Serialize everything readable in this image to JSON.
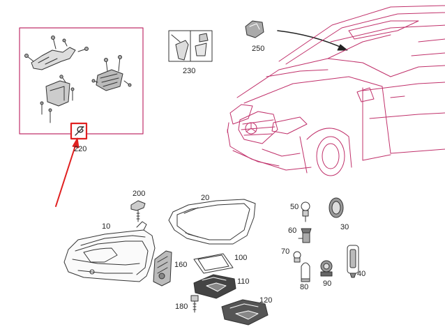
{
  "diagram": {
    "callouts": {
      "p10": "10",
      "p20": "20",
      "p30": "30",
      "p40": "40",
      "p50": "50",
      "p60": "60",
      "p70": "70",
      "p80": "80",
      "p90": "90",
      "p100": "100",
      "p110": "110",
      "p120": "120",
      "p160": "160",
      "p180": "180",
      "p200": "200",
      "p220": "220",
      "p230": "230",
      "p250": "250"
    },
    "colors": {
      "line": "#333333",
      "car": "#c0306a",
      "highlight": "#e02020",
      "detail_border": "#c0306a"
    },
    "icons": {
      "tool": "wrench-icon"
    }
  }
}
